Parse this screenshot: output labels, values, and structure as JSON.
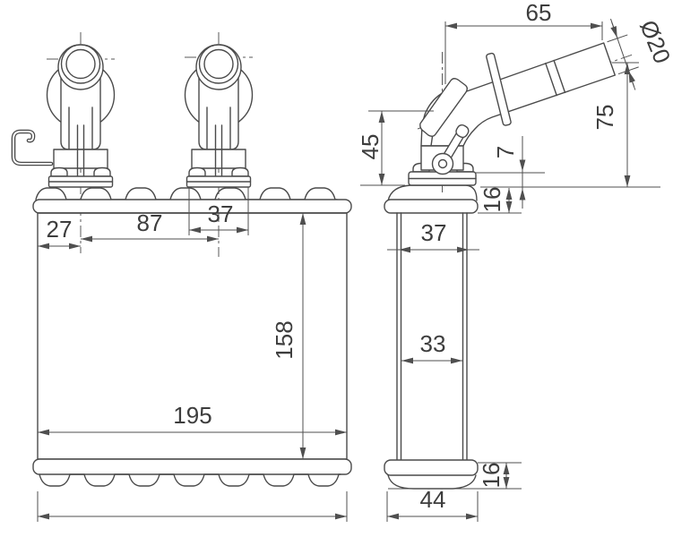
{
  "diagram": {
    "type": "technical-two-view-dimensional-drawing",
    "subject": "heater-core-with-inlet-outlet-pipes",
    "background_color": "#ffffff",
    "line_color": "#4a4a4a",
    "text_color": "#3d3d3d",
    "front_view": {
      "name": "front view of core with two vertical pipe fittings",
      "dimensions": {
        "left_edge_to_pipe1": "27",
        "pipe1_to_pipe2_spacing": "87",
        "pipe2_bracket_width": "37",
        "core_height": "158",
        "core_width": "195"
      }
    },
    "side_view": {
      "name": "side view with angled outlet pipe",
      "dimensions": {
        "pipe_horizontal_reach": "65",
        "pipe_outer_diameter": "Ø20",
        "pipe_end_height": "75",
        "fitting_height": "45",
        "fitting_flange_offset": "7",
        "top_tank_depth": "16",
        "tank_width": "37",
        "core_thickness": "33",
        "bottom_tank_depth": "16",
        "bottom_tank_width": "44"
      }
    }
  }
}
